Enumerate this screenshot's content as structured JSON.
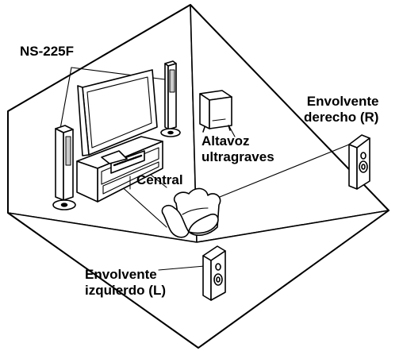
{
  "labels": {
    "front_speakers": "NS-225F",
    "subwoofer": [
      "Altavoz",
      "ultragraves"
    ],
    "center": "Central",
    "surround_right": [
      "Envolvente",
      "derecho (R)"
    ],
    "surround_left": [
      "Envolvente",
      "izquierdo (L)"
    ]
  },
  "icons": [
    "room-outline",
    "tv",
    "tv-stand",
    "front-left-tower-speaker",
    "front-right-tower-speaker",
    "subwoofer",
    "center-speaker",
    "armchair",
    "surround-right-speaker",
    "surround-left-speaker"
  ]
}
